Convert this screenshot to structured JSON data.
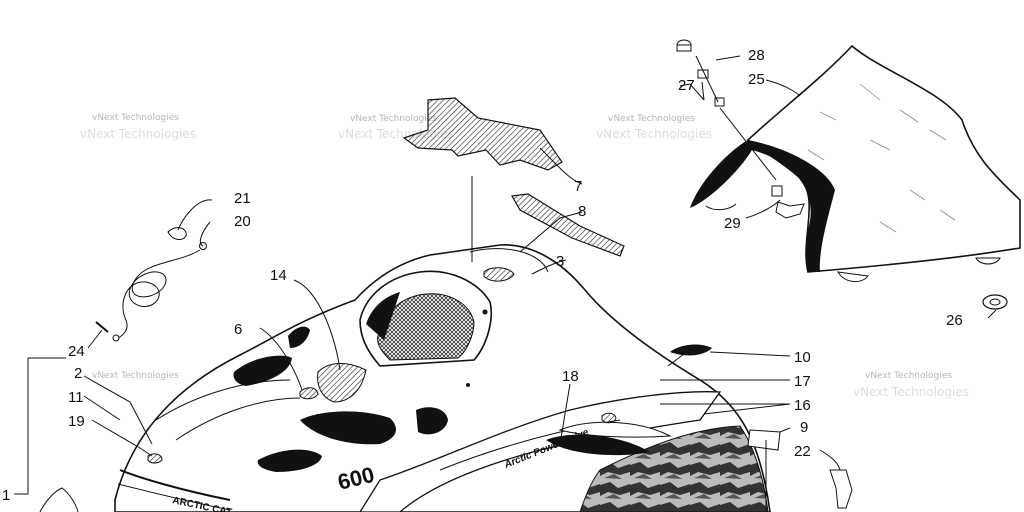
{
  "watermark": "vNext Technologies",
  "decals": {
    "brand": "ARCTIC CAT",
    "model": "600",
    "side_stripe": "Arctic Power Valve"
  },
  "callouts": {
    "p1": "1",
    "p2": "2",
    "p3": "3",
    "p6": "6",
    "p7": "7",
    "p8": "8",
    "p9": "9",
    "p10": "10",
    "p11": "11",
    "p14": "14",
    "p16": "16",
    "p17": "17",
    "p18": "18",
    "p19": "19",
    "p20": "20",
    "p21": "21",
    "p22": "22",
    "p24": "24",
    "p25": "25",
    "p26": "26",
    "p27": "27",
    "p28": "28",
    "p29": "29"
  },
  "colors": {
    "ink": "#111111",
    "paper": "#ffffff",
    "watermark": "#b5b5b5"
  }
}
